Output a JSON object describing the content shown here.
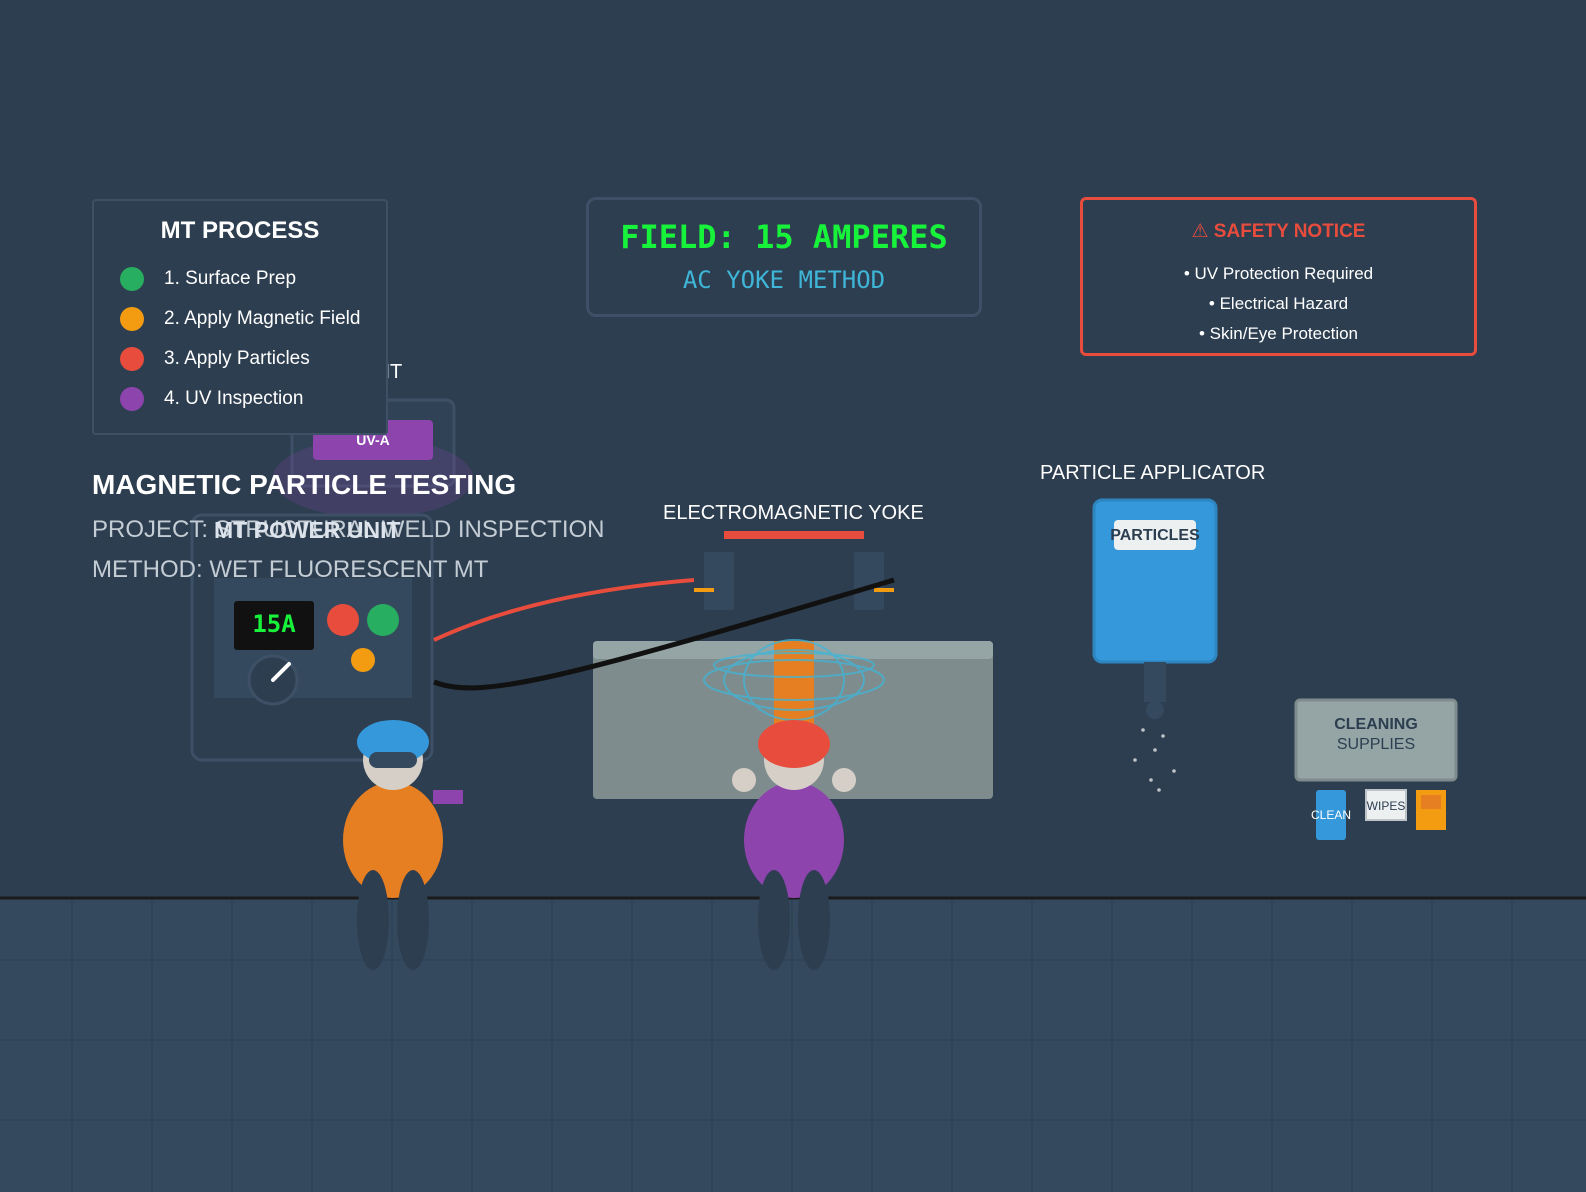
{
  "process_panel": {
    "title": "MT PROCESS",
    "steps": [
      {
        "label": "1. Surface Prep",
        "color": "#27ae60"
      },
      {
        "label": "2. Apply Magnetic Field",
        "color": "#f39c12"
      },
      {
        "label": "3. Apply Particles",
        "color": "#e74c3c"
      },
      {
        "label": "4. UV Inspection",
        "color": "#8e44ad"
      }
    ]
  },
  "uv_light": {
    "title_visible_fragment": "GHT",
    "tag": "UV-A"
  },
  "field_display": {
    "main": "FIELD: 15 AMPERES",
    "sub": "AC YOKE METHOD",
    "main_color": "#17f23a",
    "sub_color": "#3fb6d8"
  },
  "safety": {
    "title": "⚠ SAFETY NOTICE",
    "items": [
      "• UV Protection Required",
      "• Electrical Hazard",
      "• Skin/Eye Protection"
    ],
    "color": "#e74c3c"
  },
  "header": {
    "title": "MAGNETIC PARTICLE TESTING",
    "project": "PROJECT: STRUCTURAL WELD INSPECTION",
    "method": "METHOD: WET FLUORESCENT MT"
  },
  "power_unit": {
    "label": "MT POWER UNIT",
    "readout": "15A"
  },
  "yoke": {
    "label": "ELECTROMAGNETIC YOKE"
  },
  "applicator": {
    "label": "PARTICLE APPLICATOR",
    "tag": "PARTICLES"
  },
  "cleaning": {
    "line1": "CLEANING",
    "line2": "SUPPLIES",
    "item_clean": "CLEAN",
    "item_wipes": "WIPES"
  },
  "colors": {
    "background": "#2d3e50",
    "floor": "#34495e",
    "accent_red": "#e74c3c",
    "accent_blue": "#3498db",
    "accent_purple": "#8e44ad",
    "accent_orange": "#e67e22"
  }
}
